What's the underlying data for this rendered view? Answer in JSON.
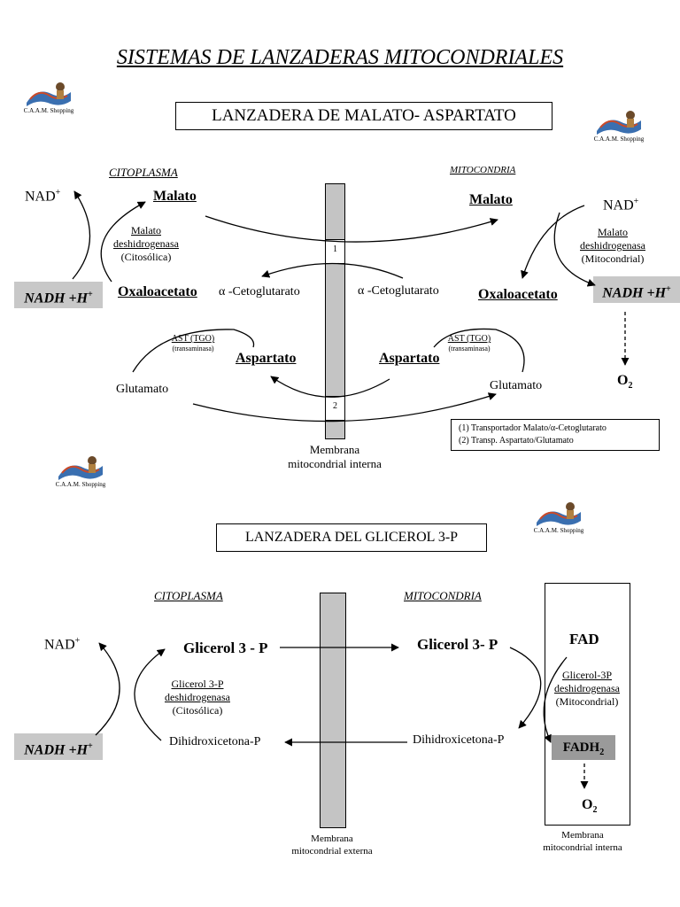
{
  "title": "SISTEMAS DE LANZADERAS MITOCONDRIALES",
  "logo_caption": "C.A.A.M. Shopping",
  "shuttle1": {
    "heading": "LANZADERA DE MALATO- ASPARTATO",
    "cytoplasm": "CITOPLASMA",
    "mitochondria": "MITOCONDRIA",
    "nad": "NAD",
    "nad_sup": "+",
    "nadh": "NADH +H",
    "nadh_sup": "+",
    "malato": "Malato",
    "oxaloacetato": "Oxaloacetato",
    "aspartato": "Aspartato",
    "cetoglutarato": "α -Cetoglutarato",
    "glutamato": "Glutamato",
    "enzyme_cyto_1": "Malato",
    "enzyme_cyto_2": "deshidrogenasa",
    "enzyme_cyto_3": "(Citosólica)",
    "enzyme_mito_1": "Malato",
    "enzyme_mito_2": "deshidrogenasa",
    "enzyme_mito_3": "(Mitocondrial)",
    "ast_1": "AST (TGO)",
    "ast_2": "(transaminasa)",
    "transporter_1": "1",
    "transporter_2": "2",
    "o2": "O",
    "o2_sub": "2",
    "membrane_1": "Membrana",
    "membrane_2": "mitocondrial  interna",
    "legend_1": "(1)   Transportador Malato/α-Cetoglutarato",
    "legend_2": "(2)   Transp. Aspartato/Glutamato"
  },
  "shuttle2": {
    "heading": "LANZADERA DEL GLICEROL 3-P",
    "cytoplasm": "CITOPLASMA",
    "mitochondria": "MITOCONDRIA",
    "nad": "NAD",
    "nad_sup": "+",
    "nadh": "NADH +H",
    "nadh_sup": "+",
    "glicerol_cyto": "Glicerol 3 - P",
    "glicerol_mito": "Glicerol 3- P",
    "dhap_cyto": "Dihidroxicetona-P",
    "dhap_mito": "Dihidroxicetona-P",
    "enzyme_cyto_1": "Glicerol 3-P",
    "enzyme_cyto_2": "deshidrogenasa",
    "enzyme_cyto_3": "(Citosólica)",
    "enzyme_mito_1": "Glicerol-3P",
    "enzyme_mito_2": "deshidrogenasa",
    "enzyme_mito_3": "(Mitocondrial)",
    "fad": "FAD",
    "fadh": "FADH",
    "fadh_sub": "2",
    "o2": "O",
    "o2_sub": "2",
    "membrane_ext_1": "Membrana",
    "membrane_ext_2": "mitocondrial externa",
    "membrane_int_1": "Membrana",
    "membrane_int_2": "mitocondrial interna"
  }
}
